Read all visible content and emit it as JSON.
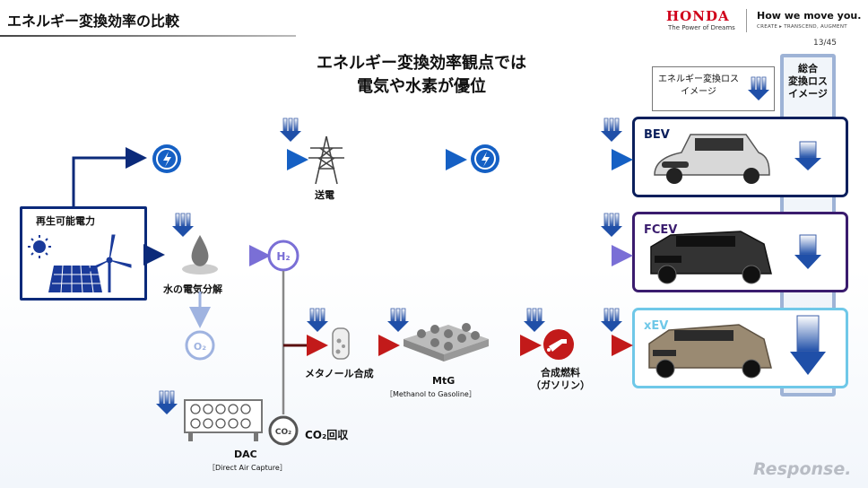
{
  "slide_title": "エネルギー変換効率の比較",
  "brand": {
    "name": "HONDA",
    "subline": "The Power of Dreams",
    "tagline": "How we move you.",
    "tagline_sub": "CREATE ▸ TRANSCEND, AUGMENT"
  },
  "page_number": "13/45",
  "headline": {
    "line1": "エネルギー変換効率観点では",
    "line2": "電気や水素が優位"
  },
  "legend": {
    "loss_image": "エネルギー変換ロス\nイメージ",
    "total_loss": "総合\n変換ロス\nイメージ"
  },
  "source": {
    "label": "再生可能電力"
  },
  "nodes": {
    "transmission": "送電",
    "electrolysis": "水の電気分解",
    "h2": "H₂",
    "o2": "O₂",
    "methanol": "メタノール合成",
    "mtg": "MtG",
    "mtg_sub": "［Methanol to Gasoline］",
    "synfuel": "合成燃料\n（ガソリン）",
    "dac": "DAC",
    "dac_sub": "［Direct Air Capture］",
    "co2_icon": "CO₂",
    "co2_capture": "CO₂回収"
  },
  "vehicles": [
    {
      "label": "BEV",
      "color": "#0b1f5c"
    },
    {
      "label": "FCEV",
      "color": "#3a1c6e"
    },
    {
      "label": "xEV",
      "color": "#6fc8e8"
    }
  ],
  "colors": {
    "electric": "#1560c4",
    "hydrogen": "#7a6fd6",
    "synthetic": "#c21a1a",
    "source": "#0b2a7a",
    "gray_line": "#888888"
  },
  "watermark": "Response."
}
